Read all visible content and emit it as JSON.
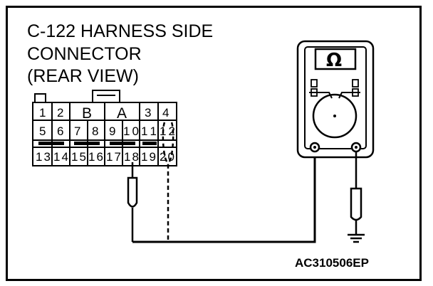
{
  "title_lines": [
    "C-122 HARNESS SIDE",
    "CONNECTOR",
    "(REAR VIEW)"
  ],
  "connector": {
    "top_row": [
      "1",
      "2",
      "B",
      "A",
      "3",
      "4"
    ],
    "middle_row": [
      "5",
      "6",
      "7",
      "8",
      "9",
      "10",
      "11",
      "12"
    ],
    "bottom_row": [
      "13",
      "14",
      "15",
      "16",
      "17",
      "18",
      "19",
      "20"
    ]
  },
  "meter": {
    "symbol": "Ω"
  },
  "reference_code": "AC310506EP"
}
